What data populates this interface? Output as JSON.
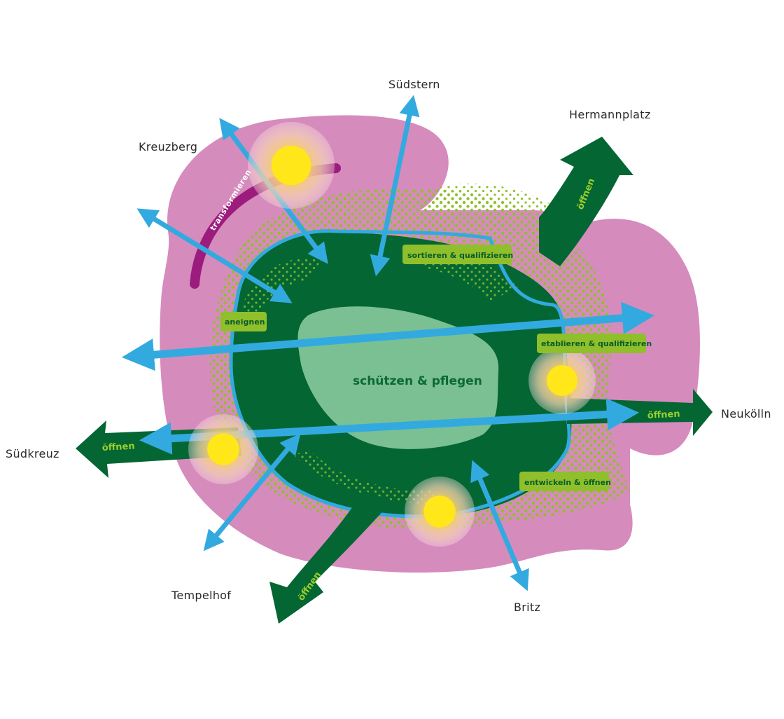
{
  "places": {
    "suedstern": "Südstern",
    "hermannplatz": "Hermannplatz",
    "kreuzberg": "Kreuzberg",
    "neukoelln": "Neukölln",
    "suedkreuz": "Südkreuz",
    "tempelhof": "Tempelhof",
    "britz": "Britz"
  },
  "zones": {
    "center": "schützen & pflegen",
    "sortieren": "sortieren & qualifizieren",
    "aneignen": "aneignen",
    "etablieren": "etablieren & qualifizieren",
    "entwickeln": "entwickeln & öffnen"
  },
  "arrows": {
    "hermannplatz": "öffnen",
    "neukoelln": "öffnen",
    "suedkreuz": "öffnen",
    "tempelhof": "öffnen"
  },
  "kreuzberg_band": "transformieren",
  "colors": {
    "pink": "#d68bbd",
    "dark_green": "#036633",
    "light_green_core": "#7bc092",
    "lime": "#8fbf2a",
    "blue": "#33aadf",
    "yellow": "#ffe71a",
    "magenta_band": "#9c1c7e"
  }
}
